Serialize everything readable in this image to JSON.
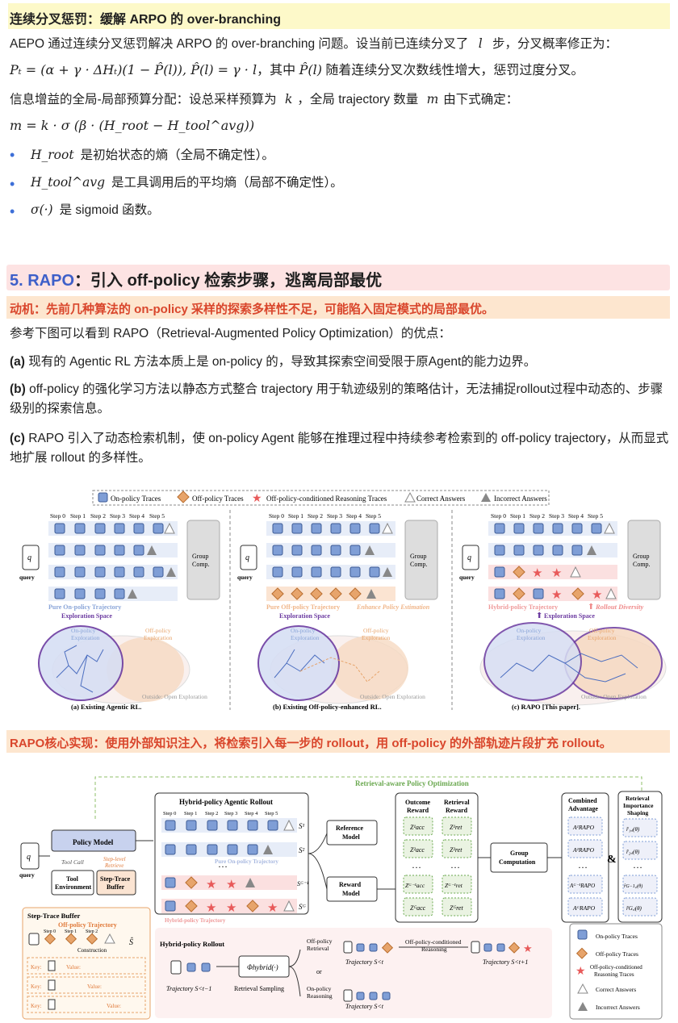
{
  "section_a": {
    "heading": "连续分叉惩罚：缓解 ARPO 的 over-branching",
    "intro": "AEPO 通过连续分叉惩罚解决 ARPO 的 over-branching 问题。设当前已连续分叉了",
    "intro_var": "l",
    "intro_tail": "步，分叉概率修正为：",
    "formula1": "Pₜ = (α + γ · ΔHₜ)(1 − P̂(l)),    P̂(l) = γ · l",
    "formula1_mid": "，其中",
    "formula1_var": "P̂(l)",
    "formula1_tail": "随着连续分叉次数线性增大，惩罚过度分叉。",
    "budget_text": "信息增益的全局-局部预算分配：设总采样预算为",
    "budget_k": "k",
    "budget_mid": "，全局 trajectory 数量",
    "budget_m": "m",
    "budget_tail": "由下式确定：",
    "formula2": "m = k · σ (β · (H_root − H_tool^avg))",
    "bullets": [
      {
        "sym": "H_root",
        "text": "是初始状态的熵（全局不确定性）。"
      },
      {
        "sym": "H_tool^avg",
        "text": "是工具调用后的平均熵（局部不确定性）。"
      },
      {
        "sym": "σ(·)",
        "text": "是 sigmoid 函数。"
      }
    ]
  },
  "section_b": {
    "num": "5. RAPO",
    "title": "：引入 off-policy 检索步骤，逃离局部最优",
    "motivation": "动机：先前几种算法的 on-policy 采样的探索多样性不足，可能陷入固定模式的局部最优。",
    "ref": "参考下图可以看到 RAPO（Retrieval-Augmented Policy Optimization）的优点：",
    "items": [
      {
        "tag": "(a)",
        "text": "现有的 Agentic RL 方法本质上是 on-policy 的，导致其探索空间受限于原Agent的能力边界。"
      },
      {
        "tag": "(b)",
        "text": "off-policy 的强化学习方法以静态方式整合 trajectory 用于轨迹级别的策略估计，无法捕捉rollout过程中动态的、步骤级别的探索信息。"
      },
      {
        "tag": "(c)",
        "text": "RAPO 引入了动态检索机制，使 on-policy Agent 能够在推理过程中持续参考检索到的 off-policy trajectory，从而显式地扩展 rollout 的多样性。"
      }
    ],
    "core": "RAPO核心实现：使用外部知识注入，将检索引入每一步的 rollout，用 off-policy 的外部轨迹片段扩充 rollout。"
  },
  "fig1": {
    "legend": [
      "On-policy Traces",
      "Off-policy Traces",
      "Off-policy-conditioned Reasoning Traces",
      "Correct Answers",
      "Incorrect Answers"
    ],
    "steps": [
      "Step 0",
      "Step 1",
      "Step 2",
      "Step 3",
      "Step 4",
      "Step 5"
    ],
    "q": "q",
    "query": "query",
    "group": "Group Comp.",
    "panels": [
      {
        "traj": "Pure On-policy Trajectory",
        "extra": "",
        "space": "Exploration Space",
        "on": "On-policy Exploration",
        "off": "Off-policy Exploration",
        "outside": "Outside: Open Exploration",
        "caption": "(a) Existing Agentic RL."
      },
      {
        "traj": "Pure Off-policy Trajectory",
        "extra": "Enhance Policy Estimation",
        "space": "Exploration Space",
        "on": "On-policy Exploration",
        "off": "Off-policy Exploration",
        "outside": "Outside: Open Exploration",
        "caption": "(b) Existing Off-policy-enhanced RL."
      },
      {
        "traj": "Hybrid-policy Trajectory",
        "extra": "Rollout Diversity",
        "space": "Exploration Space",
        "on": "On-policy Exploration",
        "off": "Off-policy Exploration",
        "outside": "Outside: Open Exploration",
        "caption": "(c) RAPO [This paper]."
      }
    ],
    "colors": {
      "on": "#7f9ed6",
      "off": "#e7a46b",
      "star": "#e85a5a",
      "purple": "#6b3aa0"
    }
  },
  "fig2": {
    "rapo_opt": "Retrieval-aware Policy Optimization",
    "policy_model": "Policy Model",
    "tool_call": "Tool Call",
    "step_level": "Step-level",
    "retrieve": "Retrieve",
    "tool_env": "Tool Environment",
    "step_trace": "Step-Trace Buffer",
    "q": "q",
    "query": "query",
    "hybrid_title": "Hybrid-policy Agentic Rollout",
    "steps": [
      "Step 0",
      "Step 1",
      "Step 2",
      "Step 3",
      "Step 4",
      "Step 5"
    ],
    "pure_on": "Pure On-policy Trajectory",
    "hybrid_traj": "Hybrid-policy Trajectory",
    "s_labels": [
      "S¹",
      "S²",
      "Sᴳ⁻¹",
      "Sᴳ"
    ],
    "ref_model": "Reference Model",
    "reward_model": "Reward Model",
    "outcome": "Outcome Reward",
    "retrieval": "Retrieval Reward",
    "z_acc": [
      "Z¹acc",
      "Z²acc",
      "Zᴳ⁻¹acc",
      "Zᴳacc"
    ],
    "z_ret": [
      "Z¹ret",
      "Z²ret",
      "Zᴳ⁻¹ret",
      "Zᴳret"
    ],
    "group_comp": "Group Computation",
    "combined": "Combined Advantage",
    "adv": [
      "A¹RAPO",
      "A²RAPO",
      "Aᴳ⁻¹RAPO",
      "AᴳRAPO"
    ],
    "amp": "&",
    "shaping": "Retrieval Importance Shaping",
    "shape_vals": [
      "r̂₁,ⱼ(θ)",
      "r̂₂,ⱼ(θ)",
      "r̂G−1,ⱼ(θ)",
      "r̂G,ⱼ(θ)"
    ],
    "buffer_title": "Step-Trace Buffer",
    "buffer_sub": "Off-policy Trajectory",
    "construction": "Construction",
    "key": "Key:",
    "value": "Value:",
    "s_hat": "Ŝ",
    "rollout_title": "Hybrid-policy Rollout",
    "traj_prev": "Trajectory S<t−1",
    "phi": "Φhybrid(·)",
    "retrieval_sampling": "Retrieval Sampling",
    "off_ret": "Off-policy Retrieval",
    "on_reason": "On-policy Reasoning",
    "or": "or",
    "off_cond": "Off-policy-conditioned Reasoning",
    "traj_t": "Trajectory S<t",
    "traj_t1": "Trajectory S<t+1",
    "legend": [
      "On-policy Traces",
      "Off-policy Traces",
      "Off-policy-conditioned Reasoning Traces",
      "Correct Answers",
      "Incorrect Answers"
    ]
  }
}
